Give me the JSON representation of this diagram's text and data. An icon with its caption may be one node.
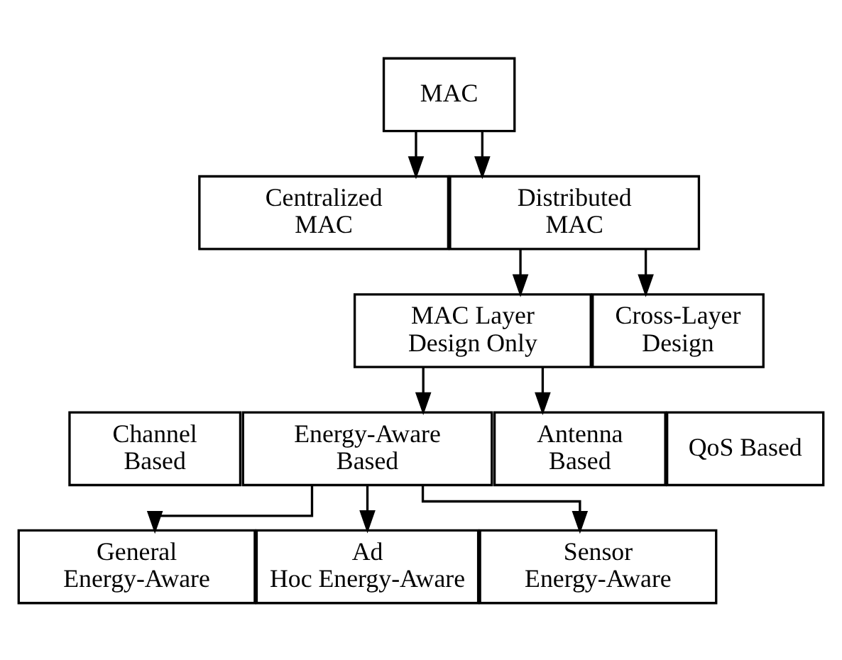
{
  "diagram": {
    "nodes": [
      {
        "text": [
          "MAC"
        ]
      },
      {
        "text": [
          "Centralized MAC"
        ]
      },
      {
        "text": [
          "Distributed MAC"
        ]
      },
      {
        "text": [
          "MAC Layer Design Only"
        ]
      },
      {
        "text": [
          "Cross-Layer Design"
        ]
      },
      {
        "text": [
          "Channel Based"
        ]
      },
      {
        "text": [
          "Energy-Aware Based"
        ]
      },
      {
        "text": [
          "Antenna Based"
        ]
      },
      {
        "text": [
          "QoS Based"
        ]
      },
      {
        "text": [
          "General Energy-Aware"
        ]
      },
      {
        "text": [
          "Ad Hoc Energy-Aware"
        ]
      },
      {
        "text": [
          "Sensor Energy-Aware"
        ]
      }
    ],
    "edges": [
      {
        "from": 0,
        "to": 1,
        "arrow": "to"
      },
      {
        "from": 0,
        "to": 2,
        "arrow": "to"
      },
      {
        "from": 2,
        "to": 3,
        "arrow": "to"
      },
      {
        "from": 2,
        "to": 4,
        "arrow": "to"
      },
      {
        "from": 3,
        "to": 6,
        "arrow": "to"
      },
      {
        "from": 3,
        "to": 7,
        "arrow": "to"
      },
      {
        "from": 6,
        "to": 9,
        "arrow": "to"
      },
      {
        "from": 6,
        "to": 10,
        "arrow": "to"
      },
      {
        "from": 6,
        "to": 11,
        "arrow": "to"
      }
    ]
  }
}
